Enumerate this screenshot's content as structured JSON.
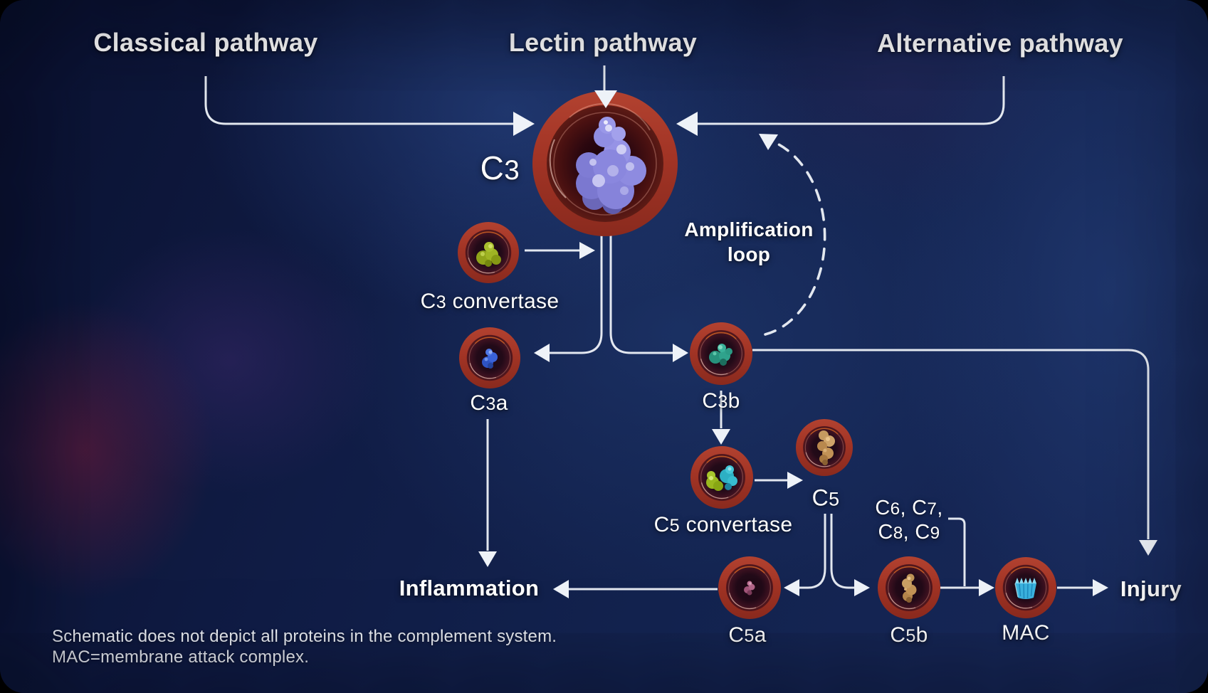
{
  "pathways": {
    "classical": "Classical pathway",
    "lectin": "Lectin pathway",
    "alternative": "Alternative pathway"
  },
  "nodes": {
    "c3": "C3",
    "c3_convertase": "C3 convertase",
    "c3a": "C3a",
    "c3b": "C3b",
    "c5_convertase": "C5 convertase",
    "c5": "C5",
    "c5a": "C5a",
    "c5b": "C5b",
    "mac": "MAC"
  },
  "annotations": {
    "amplification_line1": "Amplification",
    "amplification_line2": "loop",
    "components_line1": "C6, C7,",
    "components_line2": "C8, C9"
  },
  "outcomes": {
    "inflammation": "Inflammation",
    "injury": "Injury"
  },
  "footnote": {
    "line1": "Schematic does not depict all proteins in the complement system.",
    "line2": "MAC=membrane attack complex."
  },
  "colors": {
    "background": "#101c45",
    "arrow": "#eef2f8",
    "cell_ring": "#9b2e21",
    "cell_interior": "#2a0d1c",
    "text": "#ffffff",
    "protein_c3": "#8a88e0",
    "protein_c3_convertase": "#a2b626",
    "protein_c3a": "#3b62dc",
    "protein_c3b": "#2fa18c",
    "protein_c5_convertase_green": "#9cba20",
    "protein_c5_convertase_cyan": "#35b5c9",
    "protein_c5": "#c09257",
    "protein_c5a": "#b06484",
    "protein_c5b": "#bf9156",
    "protein_mac": "#44b8e4"
  }
}
